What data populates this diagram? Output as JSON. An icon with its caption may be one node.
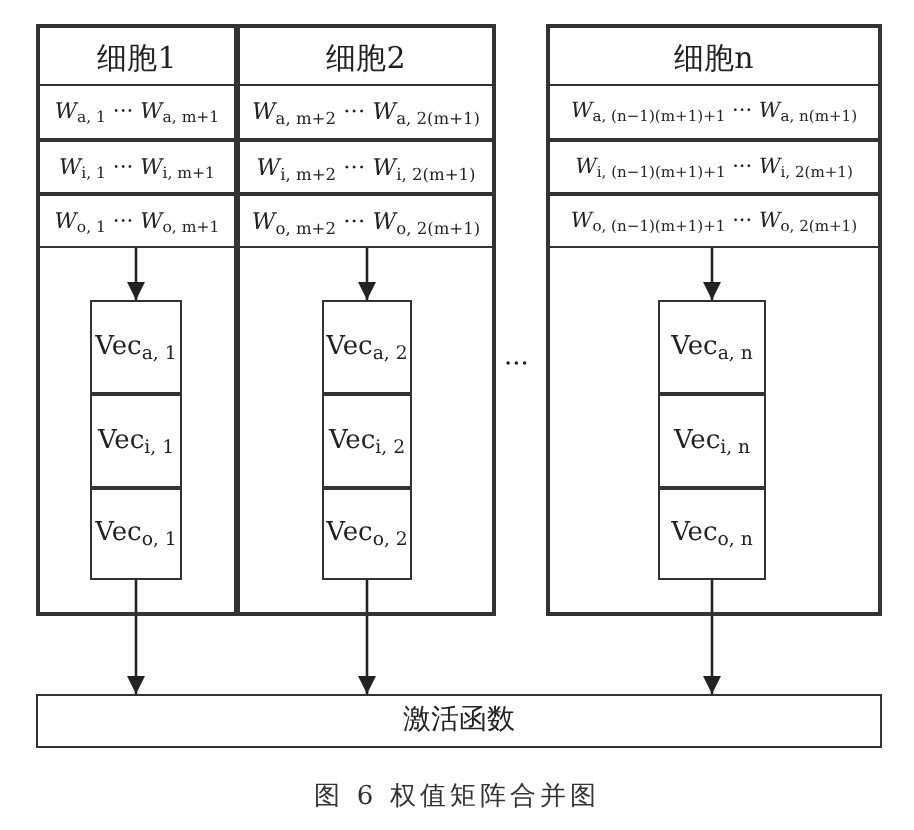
{
  "diagram": {
    "caption": "图 6 权值矩阵合并图",
    "nodes": [
      {
        "text": [
          "细胞1"
        ]
      },
      {
        "text": [
          "*W*$_{a, 1}$ ··· *W*$_{a, m+1}$"
        ],
        "in": 0
      },
      {
        "text": [
          "*W*$_{i, 1}$ ··· *W*$_{i, m+1}$"
        ],
        "in": 0
      },
      {
        "text": [
          "*W*$_{o, 1}$ ··· *W*$_{o, m+1}$"
        ],
        "in": 0
      },
      {
        "text": [
          "Vec$_{a, 1}$"
        ],
        "in": 0
      },
      {
        "text": [
          "Vec$_{i, 1}$"
        ],
        "in": 0
      },
      {
        "text": [
          "Vec$_{o, 1}$"
        ],
        "in": 0
      },
      {
        "text": [
          "细胞2"
        ]
      },
      {
        "text": [
          "*W*$_{a, m+2}$ ··· *W*$_{a, 2(m+1)}$"
        ],
        "in": 7
      },
      {
        "text": [
          "*W*$_{i, m+2}$ ··· *W*$_{i, 2(m+1)}$"
        ],
        "in": 7
      },
      {
        "text": [
          "*W*$_{o, m+2}$ ··· *W*$_{o, 2(m+1)}$"
        ],
        "in": 7
      },
      {
        "text": [
          "Vec$_{a, 2}$"
        ],
        "in": 7
      },
      {
        "text": [
          "Vec$_{i, 2}$"
        ],
        "in": 7
      },
      {
        "text": [
          "Vec$_{o, 2}$"
        ],
        "in": 7
      },
      {
        "text": [
          "细胞n"
        ]
      },
      {
        "text": [
          "*W*$_{a, (n−1)(m+1)+1}$ ··· *W*$_{a, n(m+1)}$"
        ],
        "in": 14
      },
      {
        "text": [
          "*W*$_{i, (n−1)(m+1)+1}$ ··· *W*$_{i, 2(m+1)}$"
        ],
        "in": 14
      },
      {
        "text": [
          "*W*$_{o, (n−1)(m+1)+1}$ ··· *W*$_{o, 2(m+1)}$"
        ],
        "in": 14
      },
      {
        "text": [
          "Vec$_{a, n}$"
        ],
        "in": 14
      },
      {
        "text": [
          "Vec$_{i, n}$"
        ],
        "in": 14
      },
      {
        "text": [
          "Vec$_{o, n}$"
        ],
        "in": 14
      },
      {
        "text": [
          "激活函数"
        ]
      }
    ],
    "edges": [
      {
        "from": 3,
        "to": 4,
        "arrow": "to"
      },
      {
        "from": 6,
        "to": 21,
        "arrow": "to"
      },
      {
        "from": 10,
        "to": 11,
        "arrow": "to"
      },
      {
        "from": 13,
        "to": 21,
        "arrow": "to"
      },
      {
        "from": 17,
        "to": 18,
        "arrow": "to"
      },
      {
        "from": 20,
        "to": 21,
        "arrow": "to"
      }
    ],
    "labels": [
      "···"
    ]
  }
}
